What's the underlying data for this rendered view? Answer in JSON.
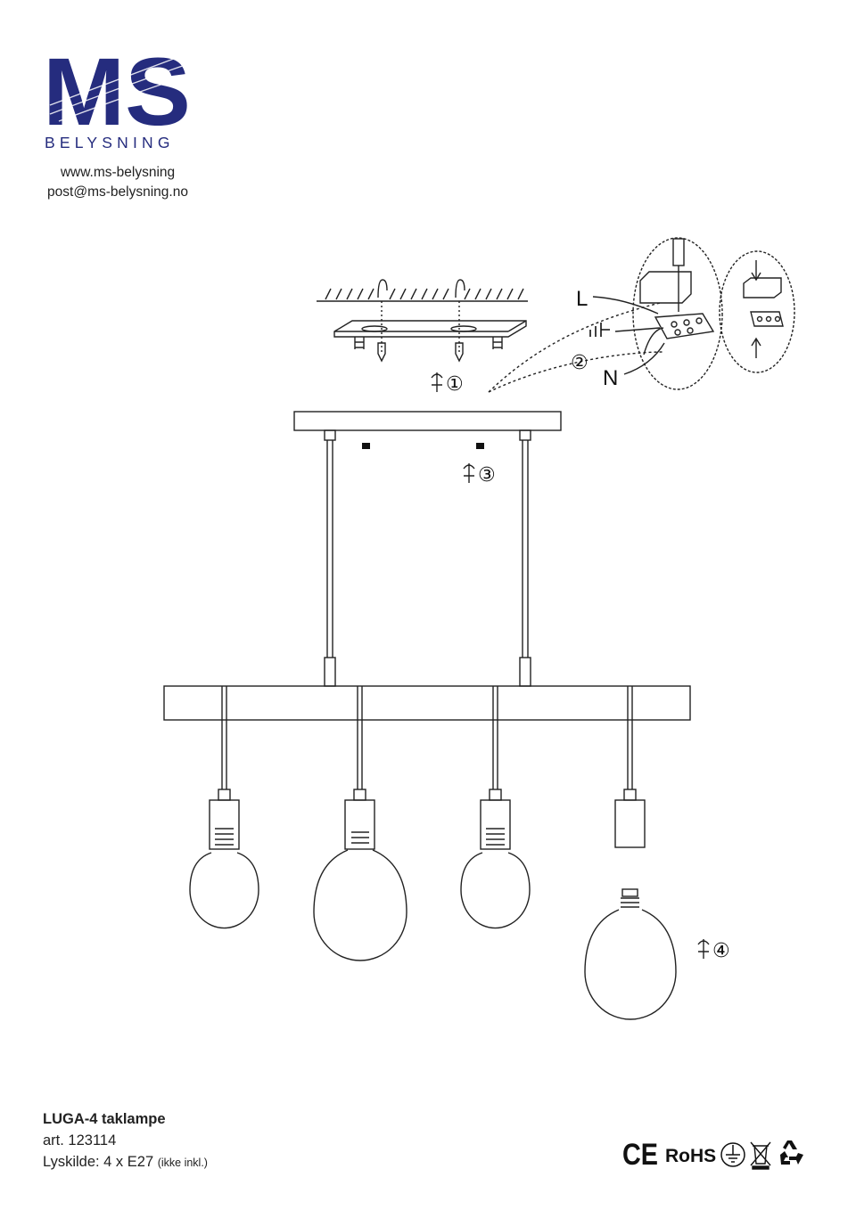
{
  "brand": {
    "logo_letters": "MS",
    "logo_subtitle": "BELYSNING",
    "logo_color": "#252c7e",
    "website": "www.ms-belysning",
    "email": "post@ms-belysning.no"
  },
  "diagram": {
    "wire_labels": {
      "live": "L",
      "neutral": "N"
    },
    "steps": [
      "①",
      "②",
      "③",
      "④"
    ],
    "lamp_count": 4,
    "line_color": "#222222"
  },
  "product": {
    "name": "LUGA-4  taklampe",
    "article": "art.  123114",
    "light_source": "Lyskilde: 4 x E27",
    "light_source_note": "(ikke inkl.)"
  },
  "certifications": {
    "ce": "CE",
    "rohs": "RoHS",
    "icons": [
      "ground-icon",
      "weee-bin-icon",
      "recycle-icon"
    ]
  }
}
